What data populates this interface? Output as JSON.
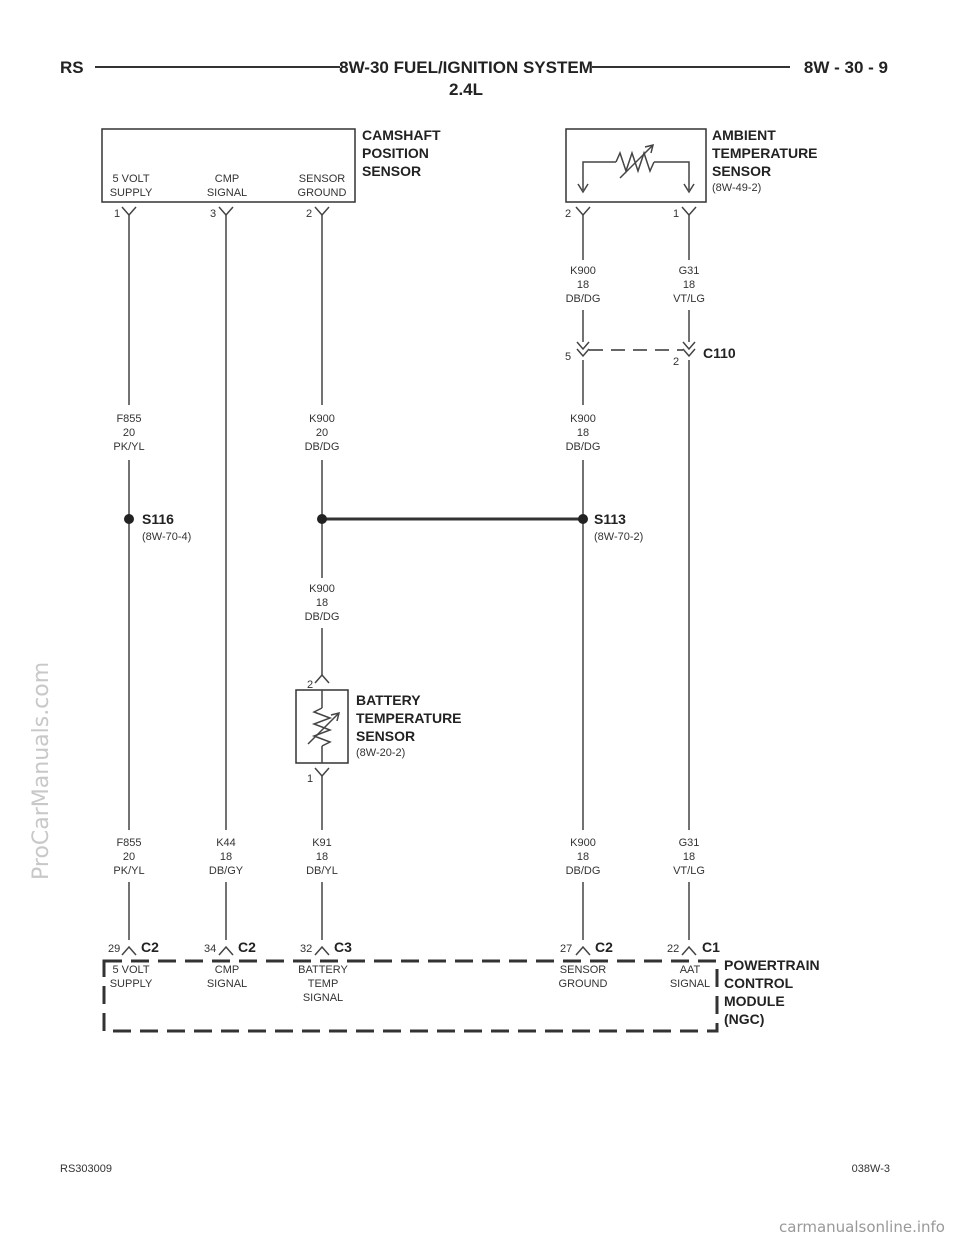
{
  "header": {
    "left": "RS",
    "title": "8W-30 FUEL/IGNITION SYSTEM",
    "right": "8W - 30 - 9",
    "subtitle": "2.4L"
  },
  "camshaft_sensor": {
    "name_lines": [
      "CAMSHAFT",
      "POSITION",
      "SENSOR"
    ],
    "pins": [
      {
        "num": "1",
        "label_lines": [
          "5 VOLT",
          "SUPPLY"
        ]
      },
      {
        "num": "3",
        "label_lines": [
          "CMP",
          "SIGNAL"
        ]
      },
      {
        "num": "2",
        "label_lines": [
          "SENSOR",
          "GROUND"
        ]
      }
    ]
  },
  "ambient_sensor": {
    "name_lines": [
      "AMBIENT",
      "TEMPERATURE",
      "SENSOR"
    ],
    "ref": "(8W-49-2)",
    "pins": [
      {
        "num": "2"
      },
      {
        "num": "1"
      }
    ]
  },
  "wires": {
    "k900_amb": [
      "K900",
      "18",
      "DB/DG"
    ],
    "g31_amb": [
      "G31",
      "18",
      "VT/LG"
    ],
    "f855_top": [
      "F855",
      "20",
      "PK/YL"
    ],
    "k900_cam": [
      "K900",
      "20",
      "DB/DG"
    ],
    "k900_c110": [
      "K900",
      "18",
      "DB/DG"
    ],
    "k900_batt": [
      "K900",
      "18",
      "DB/DG"
    ],
    "f855_bot": [
      "F855",
      "20",
      "PK/YL"
    ],
    "k44": [
      "K44",
      "18",
      "DB/GY"
    ],
    "k91": [
      "K91",
      "18",
      "DB/YL"
    ],
    "k900_bot": [
      "K900",
      "18",
      "DB/DG"
    ],
    "g31_bot": [
      "G31",
      "18",
      "VT/LG"
    ]
  },
  "c110": {
    "name": "C110",
    "pin_left": "5",
    "pin_right": "2"
  },
  "splices": {
    "s116": {
      "name": "S116",
      "ref": "(8W-70-4)"
    },
    "s113": {
      "name": "S113",
      "ref": "(8W-70-2)"
    }
  },
  "battery_sensor": {
    "name_lines": [
      "BATTERY",
      "TEMPERATURE",
      "SENSOR"
    ],
    "ref": "(8W-20-2)",
    "pin_top": "2",
    "pin_bottom": "1"
  },
  "pcm": {
    "name_lines": [
      "POWERTRAIN",
      "CONTROL",
      "MODULE",
      "(NGC)"
    ],
    "pins": [
      {
        "num": "29",
        "conn": "C2",
        "label_lines": [
          "5 VOLT",
          "SUPPLY"
        ]
      },
      {
        "num": "34",
        "conn": "C2",
        "label_lines": [
          "CMP",
          "SIGNAL"
        ]
      },
      {
        "num": "32",
        "conn": "C3",
        "label_lines": [
          "BATTERY",
          "TEMP",
          "SIGNAL"
        ]
      },
      {
        "num": "27",
        "conn": "C2",
        "label_lines": [
          "SENSOR",
          "GROUND"
        ]
      },
      {
        "num": "22",
        "conn": "C1",
        "label_lines": [
          "AAT",
          "SIGNAL"
        ]
      }
    ]
  },
  "footer": {
    "left": "RS303009",
    "right": "038W-3"
  },
  "watermarks": {
    "side": "ProCarManuals.com",
    "bottom": "carmanualsonline.info"
  }
}
